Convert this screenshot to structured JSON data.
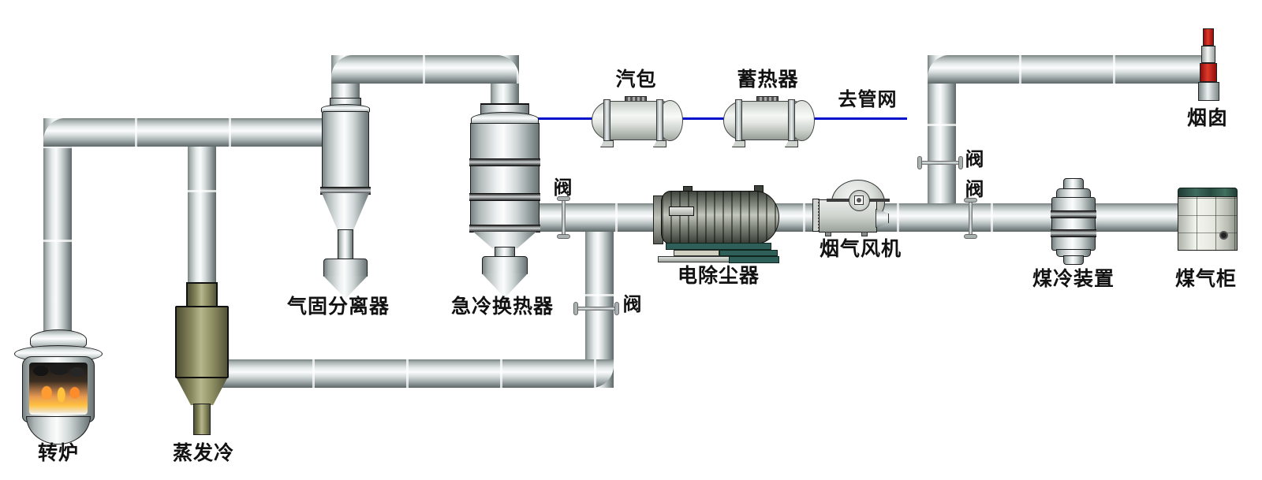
{
  "diagram_title": "converter-gas-recovery-process-flow",
  "labels": {
    "converter": "转炉",
    "evaporative_cooler": "蒸发冷",
    "gas_solid_separator": "气固分离器",
    "quench_heat_exchanger": "急冷换热器",
    "steam_drum": "汽包",
    "heat_accumulator": "蓄热器",
    "to_pipe_network": "去管网",
    "electrostatic_precipitator": "电除尘器",
    "flue_gas_fan": "烟气风机",
    "chimney": "烟囱",
    "gas_cooling_device": "煤冷装置",
    "gas_holder": "煤气柜"
  },
  "valves": [
    {
      "id": "valve-main-after-exchanger",
      "label": "阀"
    },
    {
      "id": "valve-bypass-line",
      "label": "阀"
    },
    {
      "id": "valve-chimney-riser",
      "label": "阀"
    },
    {
      "id": "valve-main-to-cooler",
      "label": "阀"
    }
  ],
  "colors": {
    "steam_line_blue": "#0011cc",
    "chimney_red": "#c41414",
    "esp_base_teal": "#2e5f58",
    "evaporator_olive": "#85855c",
    "pipe_gray": "#d2d8d8",
    "label_text": "#121212",
    "flame_orange": "#ffc040"
  }
}
